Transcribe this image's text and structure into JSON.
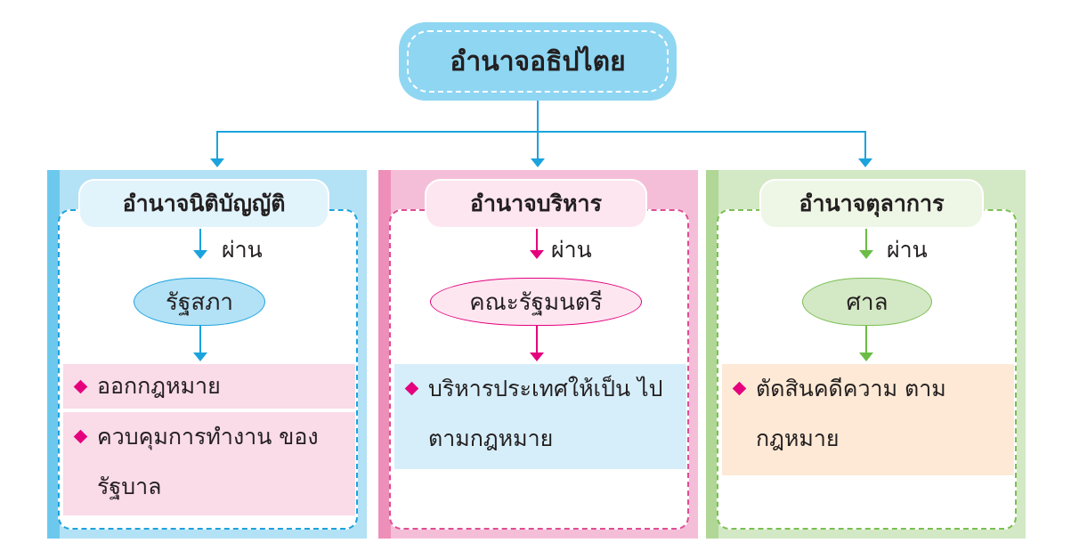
{
  "title": "อำนาจอธิปไตย",
  "colors": {
    "connector": "#1ba3dd",
    "bullet": "#e5007e"
  },
  "branches": [
    {
      "heading": "อำนาจนิติบัญญัติ",
      "via": "ผ่าน",
      "body": "รัฐสภา",
      "items": [
        "ออกกฎหมาย",
        "ควบคุมการทำงาน ของรัฐบาล"
      ],
      "color": "#b3e1f5"
    },
    {
      "heading": "อำนาจบริหาร",
      "via": "ผ่าน",
      "body": "คณะรัฐมนตรี",
      "items": [
        "บริหารประเทศให้เป็น ไปตามกฎหมาย"
      ],
      "color": "#f5bed8"
    },
    {
      "heading": "อำนาจตุลาการ",
      "via": "ผ่าน",
      "body": "ศาล",
      "items": [
        "ตัดสินคดีความ ตามกฎหมาย"
      ],
      "color": "#d3e8c4"
    }
  ]
}
